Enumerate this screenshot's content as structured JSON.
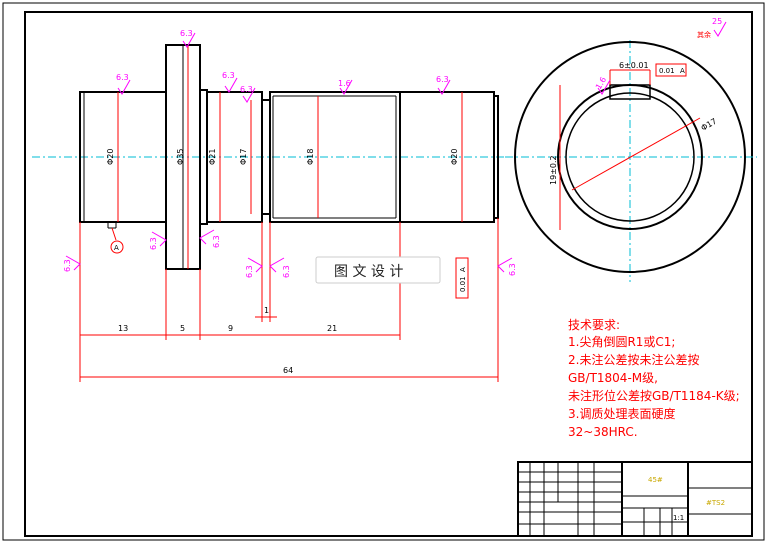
{
  "dimensions": {
    "bottom": [
      "13",
      "5",
      "9",
      "1",
      "21"
    ],
    "overall": "64",
    "diameters": [
      "Φ20",
      "Φ35",
      "Φ21",
      "Φ17",
      "Φ18",
      "Φ20"
    ]
  },
  "roughness": {
    "top": [
      "6.3",
      "6.3",
      "6.3",
      "6.3",
      "1.6",
      "6.3"
    ],
    "side": [
      "6.3",
      "6.3",
      "6.3",
      "6.3",
      "6.3",
      "6.3"
    ],
    "corner": "25",
    "corner_note": "其余"
  },
  "datum": "A",
  "section": {
    "keyway_width": "6±0.01",
    "keyway_tol": "0.01",
    "keyway_datum": "A",
    "depth": "19±0.2",
    "bore": "Φ17",
    "small": "1.6"
  },
  "watermark": {
    "text": "图 文 设 计",
    "side_tol": "0.01",
    "side_datum": "A"
  },
  "notes": [
    "技术要求:",
    "1.尖角倒圆R1或C1;",
    "2.未注公差按未注公差按",
    "GB/T1804-M级,",
    "未注形位公差按GB/T1184-K级;",
    "3.调质处理表面硬度",
    "32~38HRC."
  ],
  "title_block": {
    "material": "45#",
    "scale": "1:1",
    "code": "#TS2"
  }
}
